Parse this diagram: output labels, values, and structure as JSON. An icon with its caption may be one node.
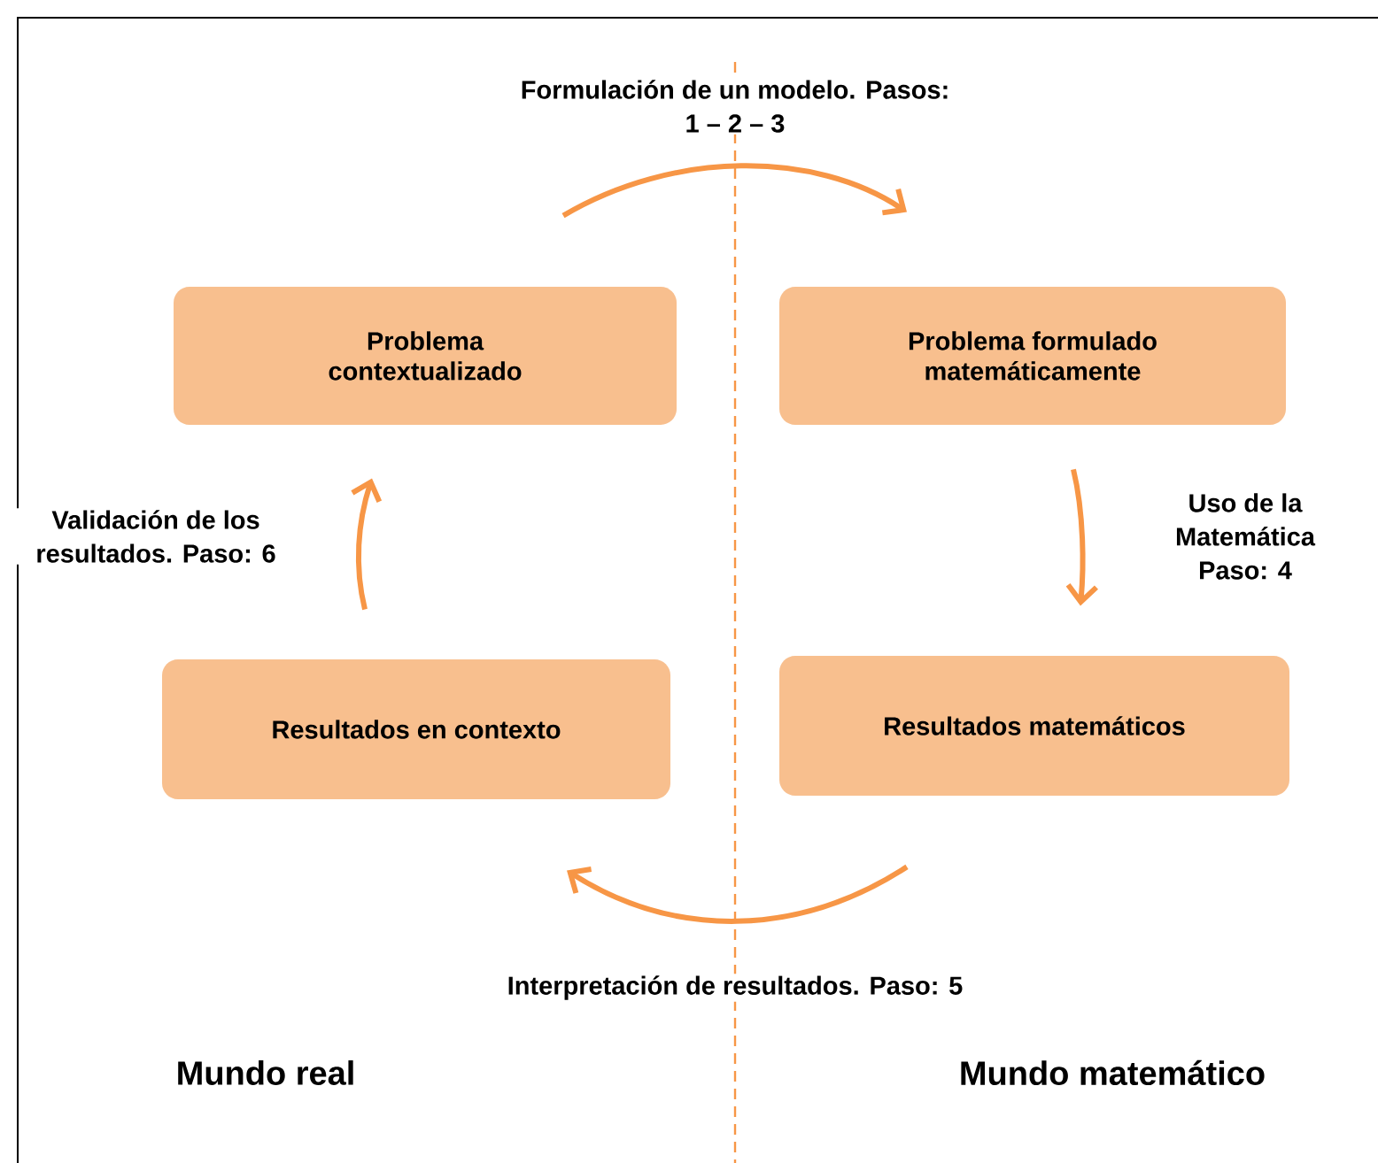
{
  "diagram": {
    "nodes": [
      {
        "text": [
          "Problema contextualizado"
        ]
      },
      {
        "text": [
          "Problema formulado matemáticamente"
        ]
      },
      {
        "text": [
          "Resultados matemáticos"
        ]
      },
      {
        "text": [
          "Resultados en contexto"
        ]
      }
    ],
    "edges": [
      {
        "from": 0,
        "to": 1,
        "arrow": "to",
        "label": "Formulación de un modelo. Pasos: 1 – 2 – 3"
      },
      {
        "from": 1,
        "to": 2,
        "arrow": "to",
        "label": "Uso de la Matemática Paso: 4"
      },
      {
        "from": 2,
        "to": 3,
        "arrow": "to",
        "label": "Interpretación de resultados. Paso: 5"
      },
      {
        "from": 3,
        "to": 0,
        "arrow": "to",
        "label": "Validación de los resultados. Paso: 6"
      }
    ],
    "labels": [
      "Mundo real",
      "Mundo matemático"
    ]
  }
}
